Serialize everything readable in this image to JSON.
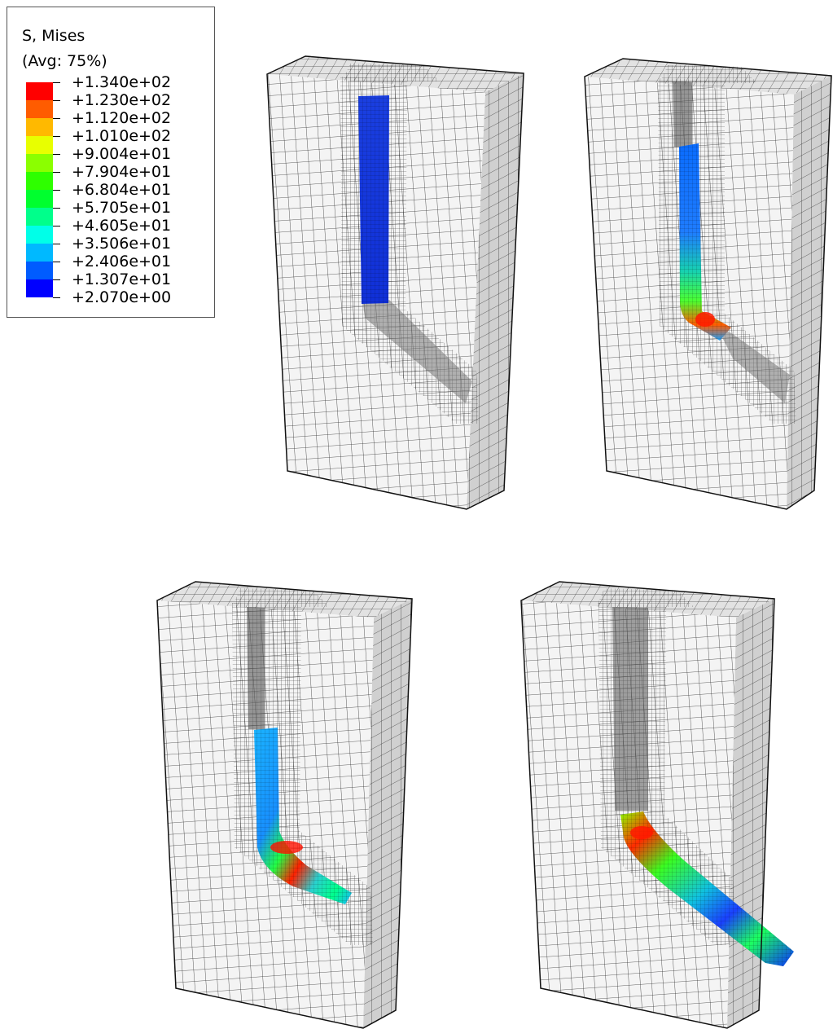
{
  "legend": {
    "title": "S, Mises",
    "subtitle": "(Avg: 75%)",
    "levels": [
      {
        "label": "+1.340e+02",
        "color": "#ff0000"
      },
      {
        "label": "+1.230e+02",
        "color": "#ff5c00"
      },
      {
        "label": "+1.120e+02",
        "color": "#ffb900"
      },
      {
        "label": "+1.010e+02",
        "color": "#e8ff00"
      },
      {
        "label": "+9.004e+01",
        "color": "#8bff00"
      },
      {
        "label": "+7.904e+01",
        "color": "#2eff00"
      },
      {
        "label": "+6.804e+01",
        "color": "#00ff2e"
      },
      {
        "label": "+5.705e+01",
        "color": "#00ff8b"
      },
      {
        "label": "+4.605e+01",
        "color": "#00ffe8"
      },
      {
        "label": "+3.506e+01",
        "color": "#00b9ff"
      },
      {
        "label": "+2.406e+01",
        "color": "#005cff"
      },
      {
        "label": "+1.307e+01",
        "color": "#0000ff"
      },
      {
        "label": "+2.070e+00",
        "color": null
      }
    ]
  },
  "colors": {
    "mesh_line": "#333333",
    "block_front": "#f4f4f4",
    "block_top": "#e2e2e2",
    "block_side": "#d0d0d0"
  }
}
